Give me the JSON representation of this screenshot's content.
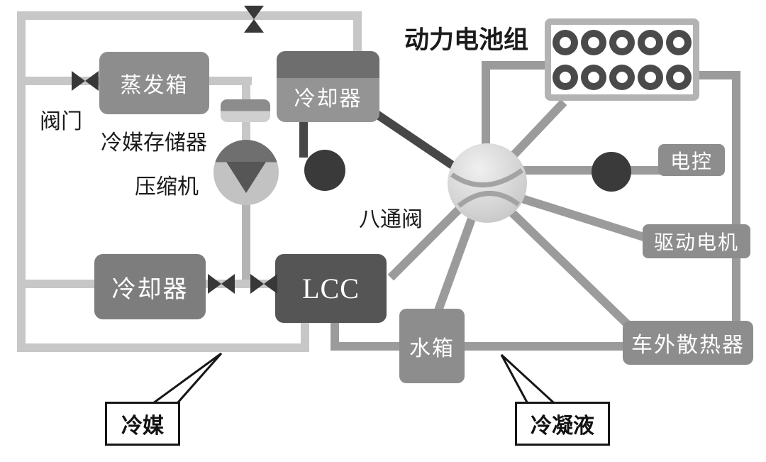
{
  "diagram": {
    "battery": {
      "label": "动力电池组",
      "rows": 2,
      "cells_per_row": 5
    },
    "components": {
      "evaporator": "蒸发箱",
      "valve_label": "阀门",
      "refrigerant_accumulator": "冷媒存储器",
      "compressor": "压缩机",
      "cooler_top": "冷却器",
      "cooler_left": "冷却器",
      "eight_way_valve": "八通阀",
      "motor_controller": "电控",
      "drive_motor": "驱动电机",
      "lcc": "LCC",
      "water_tank": "水箱",
      "external_radiator": "车外散热器"
    },
    "callouts": {
      "refrigerant": "冷媒",
      "condensate": "冷凝液"
    },
    "colors": {
      "box_gray": "#8d8d8d",
      "box_dark": "#555555",
      "cooler_left_gray": "#7d7d7d",
      "pipe_light": "#c7c7c7",
      "pipe_medium": "#9b9b9b",
      "pipe_dark": "#474747",
      "label_text": "#1b1b1b",
      "box_text": "#ffffff"
    },
    "icons": {
      "pump": "dark-donut-circle",
      "shutoff_valve": "bowtie-triangles",
      "compressor": "circle-with-down-triangle",
      "eight_way_valve_ball": "sphere-with-seams",
      "battery_cell": "dark-ring-circle"
    }
  }
}
